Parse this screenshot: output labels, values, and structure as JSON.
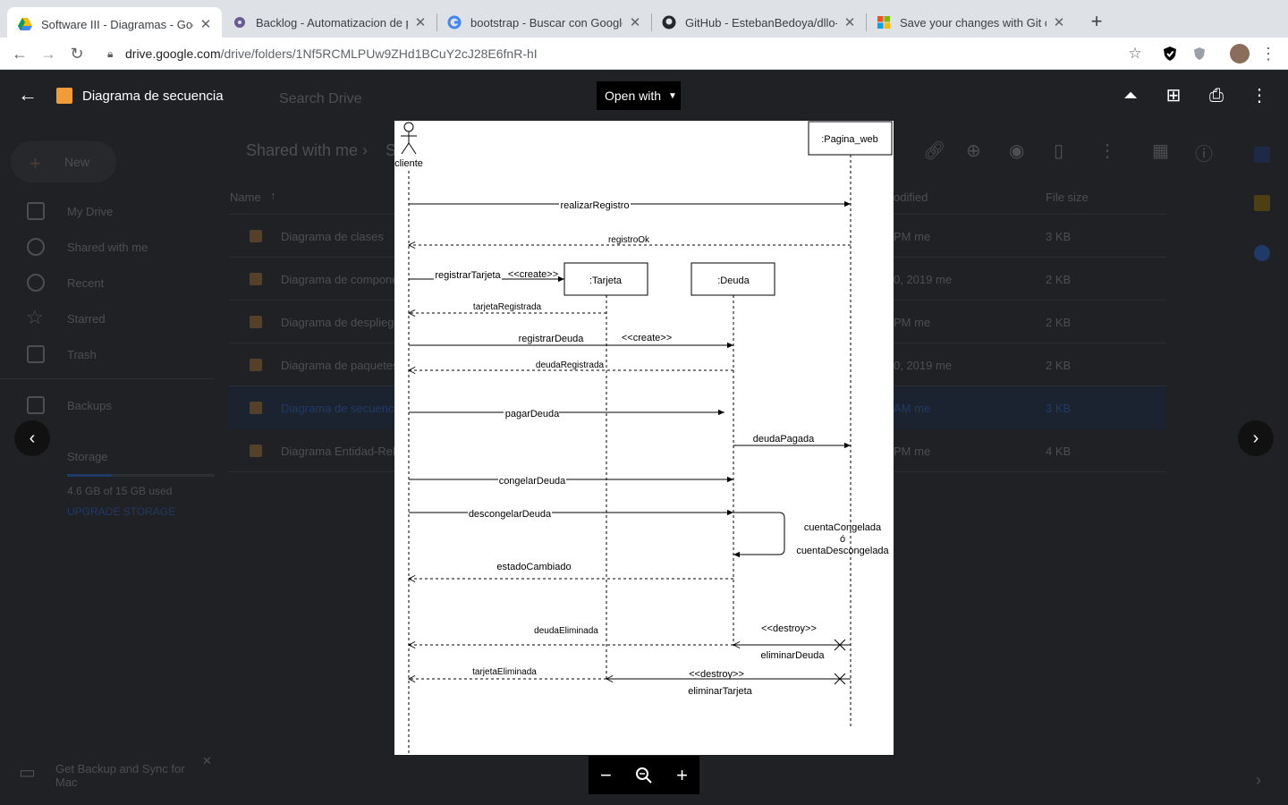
{
  "browser": {
    "tabs": [
      {
        "title": "Software III - Diagramas - Goo…",
        "favicon": "google-drive-icon",
        "active": true
      },
      {
        "title": "Backlog - Automatizacion de p…",
        "favicon": "backlog-icon",
        "active": false
      },
      {
        "title": "bootstrap - Buscar con Google",
        "favicon": "google-icon",
        "active": false
      },
      {
        "title": "GitHub - EstebanBedoya/dllo-…",
        "favicon": "github-icon",
        "active": false
      },
      {
        "title": "Save your changes with Git cor…",
        "favicon": "microsoft-icon",
        "active": false
      }
    ],
    "url_host": "drive.google.com",
    "url_path": "/drive/folders/1Nf5RCMLPUw9ZHd1BCuY2cJ28E6fnR-hI"
  },
  "viewer": {
    "file_title": "Diagrama de secuencia",
    "open_with_label": "Open with"
  },
  "drive_background": {
    "search_placeholder": "Search Drive",
    "breadcrumb": "Shared with me",
    "breadcrumb_tail": "S",
    "new_label": "New",
    "sidebar": [
      "My Drive",
      "Shared with me",
      "Recent",
      "Starred",
      "Trash",
      "Backups",
      "Storage"
    ],
    "storage_text": "4.6 GB of 15 GB used",
    "upgrade_label": "UPGRADE STORAGE",
    "col_name": "Name",
    "col_modified": "odified",
    "col_size": "File size",
    "files": [
      {
        "name": "Diagrama de clases",
        "modified": "PM  me",
        "size": "3 KB"
      },
      {
        "name": "Diagrama de compone",
        "modified": "0, 2019  me",
        "size": "2 KB"
      },
      {
        "name": "Diagrama de desplieg",
        "modified": "PM  me",
        "size": "2 KB"
      },
      {
        "name": "Diagrama de paquetes",
        "modified": "0, 2019  me",
        "size": "2 KB"
      },
      {
        "name": "Diagrama de secuenc",
        "modified": "AM  me",
        "size": "3 KB"
      },
      {
        "name": "Diagrama Entidad-Rel",
        "modified": "PM  me",
        "size": "4 KB"
      }
    ],
    "backup_text_1": "Get Backup and Sync for",
    "backup_text_2": "Mac"
  },
  "diagram": {
    "actor": "cliente",
    "objects": {
      "pagina": ":Pagina_web",
      "tarjeta": ":Tarjeta",
      "deuda": ":Deuda"
    },
    "messages": {
      "m1": "realizarRegistro",
      "m2": "registroOk",
      "m3": "registrarTarjeta",
      "m3s": "<<create>>",
      "m4": "tarjetaRegistrada",
      "m5": "registrarDeuda",
      "m5s": "<<create>>",
      "m6": "deudaRegistrada",
      "m7": "pagarDeuda",
      "m8": "deudaPagada",
      "m9": "congelarDeuda",
      "m10": "descongelarDeuda",
      "note1": "cuentaCongelada",
      "note2": "ó",
      "note3": "cuentaDescongelada",
      "m11": "estadoCambiado",
      "m12": "deudaEliminada",
      "m12s": "<<destroy>>",
      "m12b": "eliminarDeuda",
      "m13": "tarjetaEliminada",
      "m13s": "<<destroy>>",
      "m13b": "eliminarTarjeta"
    }
  },
  "zoom": {
    "minus": "−",
    "plus": "+"
  }
}
